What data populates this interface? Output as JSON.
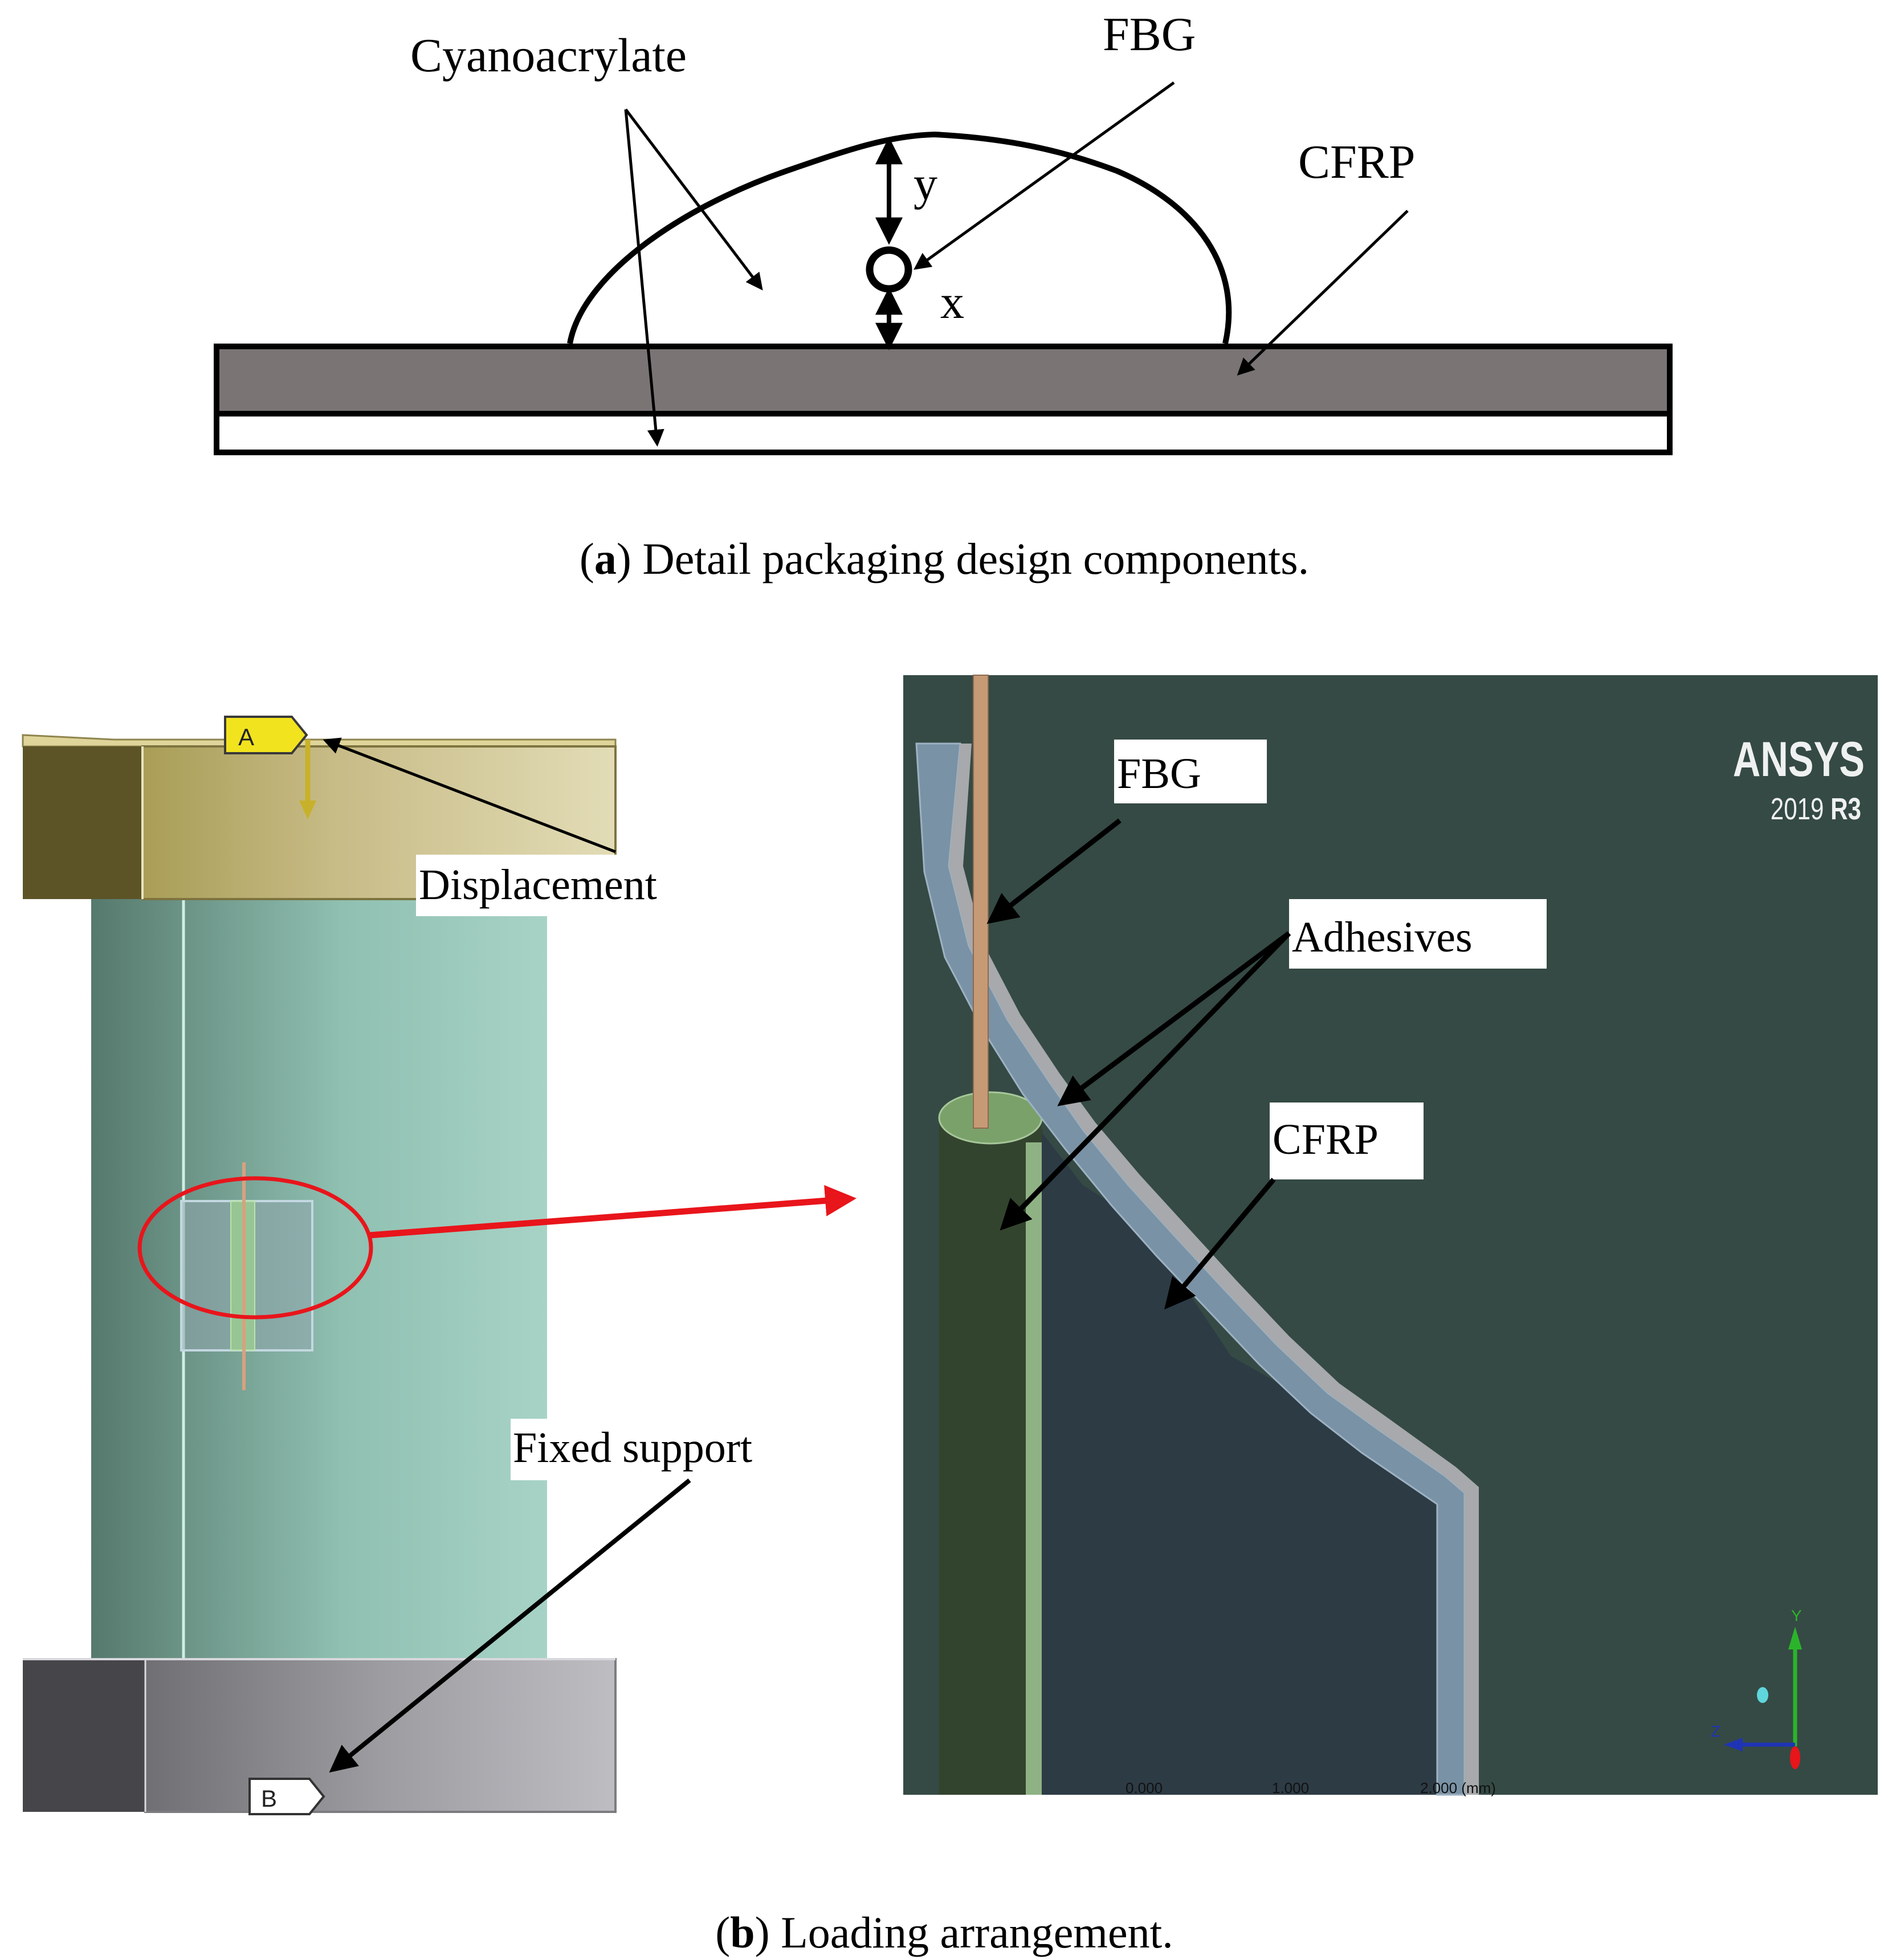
{
  "panel_a": {
    "labels": {
      "cyanoacrylate": "Cyanoacrylate",
      "fbg": "FBG",
      "cfrp": "CFRP",
      "y": "y",
      "x": "x"
    },
    "caption": {
      "letter": "a",
      "text": " Detail packaging design components."
    }
  },
  "panel_b": {
    "left": {
      "marker_a": "A",
      "marker_b": "B",
      "displacement": "Displacement",
      "fixed_support": "Fixed support"
    },
    "right": {
      "fbg": "FBG",
      "adhesives": "Adhesives",
      "cfrp": "CFRP",
      "brand": "ANSYS",
      "version_prefix": "2019 ",
      "version_release": "R3",
      "scale_labels": [
        "0.000",
        "1.000",
        "2.000 (mm)"
      ],
      "triad": {
        "y": "Y",
        "z": "Z"
      }
    },
    "caption": {
      "letter": "b",
      "text": " Loading arrangement."
    }
  },
  "colors": {
    "cfrp_gray": "#7a7475",
    "viewport_bg": "#354a44",
    "cylinder_teal": "#9fcfc1",
    "top_plate_yellow": "#ccc08a",
    "bottom_plate_gray": "#a4a4a8",
    "annotation_red": "#e8151b",
    "fbg_copper": "#c79a76"
  }
}
